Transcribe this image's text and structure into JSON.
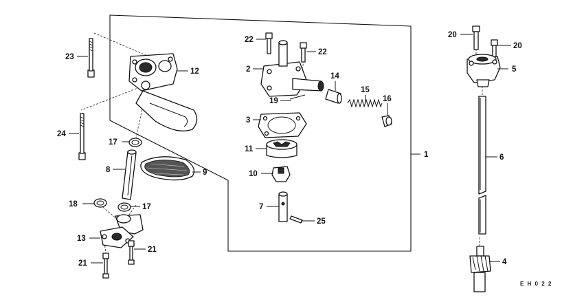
{
  "diagram": {
    "parts": [
      {
        "key": "p1",
        "number": "1"
      },
      {
        "key": "p2",
        "number": "2"
      },
      {
        "key": "p3",
        "number": "3"
      },
      {
        "key": "p4",
        "number": "4"
      },
      {
        "key": "p5",
        "number": "5"
      },
      {
        "key": "p6",
        "number": "6"
      },
      {
        "key": "p7",
        "number": "7"
      },
      {
        "key": "p8",
        "number": "8"
      },
      {
        "key": "p9",
        "number": "9"
      },
      {
        "key": "p10",
        "number": "10"
      },
      {
        "key": "p11",
        "number": "11"
      },
      {
        "key": "p12",
        "number": "12"
      },
      {
        "key": "p13",
        "number": "13"
      },
      {
        "key": "p14",
        "number": "14"
      },
      {
        "key": "p15",
        "number": "15"
      },
      {
        "key": "p16",
        "number": "16"
      },
      {
        "key": "p17a",
        "number": "17"
      },
      {
        "key": "p17b",
        "number": "17"
      },
      {
        "key": "p18",
        "number": "18"
      },
      {
        "key": "p19",
        "number": "19"
      },
      {
        "key": "p20a",
        "number": "20"
      },
      {
        "key": "p20b",
        "number": "20"
      },
      {
        "key": "p21a",
        "number": "21"
      },
      {
        "key": "p21b",
        "number": "21"
      },
      {
        "key": "p22a",
        "number": "22"
      },
      {
        "key": "p22b",
        "number": "22"
      },
      {
        "key": "p23",
        "number": "23"
      },
      {
        "key": "p24",
        "number": "24"
      },
      {
        "key": "p25",
        "number": "25"
      }
    ],
    "diagram_code": "E H 0 2 2"
  }
}
